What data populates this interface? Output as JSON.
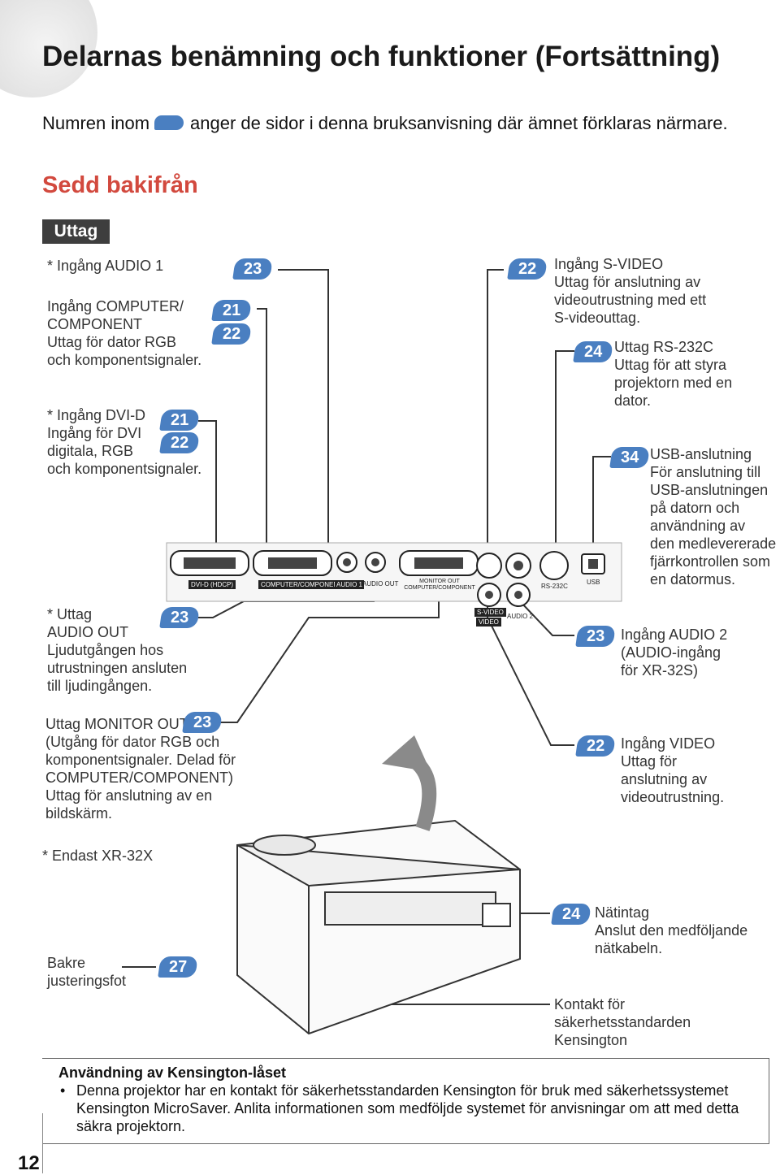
{
  "page": {
    "title": "Delarnas benämning och funktioner (Fortsättning)",
    "intro_before": "Numren inom",
    "intro_after": "anger de sidor i denna bruksanvisning där ämnet förklaras närmare.",
    "section": "Sedd bakifrån",
    "tag": "Uttag",
    "page_number": "12"
  },
  "labels": {
    "audio1": "* Ingång AUDIO 1",
    "computer": "Ingång COMPUTER/\nCOMPONENT\nUttag för dator RGB\noch komponentsignaler.",
    "dvi": "* Ingång DVI-D\nIngång för DVI\ndigitala, RGB\noch komponentsignaler.",
    "audio_out": "* Uttag\n   AUDIO OUT\nLjudutgången hos\nutrustningen ansluten\ntill ljudingången.",
    "monitor_out": "Uttag MONITOR OUT\n(Utgång för dator RGB och\nkomponentsignaler. Delad för\nCOMPUTER/COMPONENT)\nUttag för anslutning av en\nbildskärm.",
    "endast": "* Endast XR-32X",
    "foot": "Bakre\njusteringsfot",
    "svideo": "Ingång S-VIDEO\nUttag för anslutning av\nvideoutrustning med ett\nS-videouttag.",
    "rs232c": "Uttag RS-232C\nUttag för att styra\nprojektorn med en\ndator.",
    "usb": "USB-anslutning\nFör anslutning till\nUSB-anslutningen\n på datorn och\nanvändning av\nden medlevererade\n fjärrkontrollen som\nen datormus.",
    "audio2": "Ingång AUDIO 2\n(AUDIO-ingång\nför XR-32S)",
    "video": "Ingång VIDEO\nUttag för\nanslutning av\nvideoutrustning.",
    "power": "Nätintag\nAnslut den medföljande\nnätkabeln.",
    "kensington": "Kontakt för\nsäkerhetsstandarden\nKensington"
  },
  "badges": {
    "audio1": "23",
    "computer_a": "21",
    "computer_b": "22",
    "dvi_a": "21",
    "dvi_b": "22",
    "audio_out": "23",
    "monitor_out": "23",
    "foot": "27",
    "svideo": "22",
    "rs232c": "24",
    "usb": "34",
    "audio2": "23",
    "video": "22",
    "power": "24"
  },
  "panel_labels": {
    "dvi": "DVI-D (HDCP)",
    "computer": "COMPUTER/COMPONENT",
    "audio1": "AUDIO 1",
    "audio_out": "AUDIO OUT",
    "monitor": "MONITOR OUT\nCOMPUTER/COMPONENT",
    "svideo": "S-VIDEO",
    "video": "VIDEO",
    "audio2": "AUDIO 2",
    "rs232c": "RS-232C",
    "usb": "USB"
  },
  "note": {
    "title": "Användning av Kensington-låset",
    "bullet": "Denna projektor har en kontakt för säkerhetsstandarden Kensington för bruk med säkerhetssystemet Kensington MicroSaver. Anlita informationen som medföljde systemet för anvisningar om att med detta säkra projektorn."
  },
  "colors": {
    "badge": "#4a7fc1",
    "section": "#d2493e",
    "tag_bg": "#3e3e3e"
  }
}
